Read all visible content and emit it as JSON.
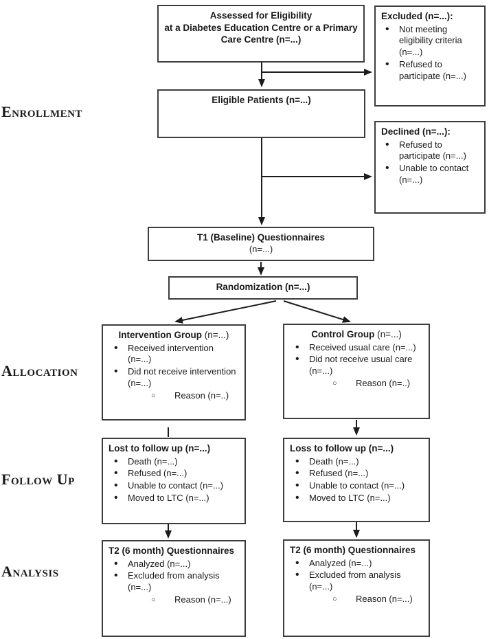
{
  "stages": {
    "enrollment": "Enrollment",
    "allocation": "Allocation",
    "followup": "Follow Up",
    "analysis": "Analysis"
  },
  "boxes": {
    "assessed": {
      "lines": [
        "Assessed for Eligibility",
        "at a Diabetes Education Centre or a Primary",
        "Care Centre (n=...)"
      ]
    },
    "excluded": {
      "title": "Excluded (n=...):",
      "bullets": [
        "Not meeting eligibility criteria (n=...)",
        "Refused to participate (n=...)"
      ]
    },
    "eligible": {
      "title": "Eligible Patients (n=...)"
    },
    "declined": {
      "title": "Declined (n=...):",
      "bullets": [
        "Refused to participate (n=...)",
        "Unable to contact (n=...)"
      ]
    },
    "t1": {
      "title": "T1 (Baseline) Questionnaires",
      "subtitle": "(n=...)"
    },
    "randomization": {
      "title": "Randomization (n=...)"
    },
    "intervention": {
      "title_bold": "Intervention Group",
      "title_rest": " (n=...)",
      "bullets": [
        "Received intervention (n=...)",
        "Did not receive intervention (n=...)"
      ],
      "sub_bullet": "Reason (n=..)"
    },
    "control": {
      "title_bold": "Control Group",
      "title_rest": " (n=...)",
      "bullets": [
        "Received usual care (n=...)",
        "Did not receive usual care (n=...)"
      ],
      "sub_bullet": "Reason (n=..)"
    },
    "lost_left": {
      "title": "Lost to follow up (n=...)",
      "bullets": [
        "Death (n=...)",
        "Refused (n=...)",
        "Unable to contact (n=...)",
        "Moved to LTC (n=...)"
      ]
    },
    "lost_right": {
      "title": "Loss to follow up (n=...)",
      "bullets": [
        "Death (n=...)",
        "Refused (n=...)",
        "Unable to contact (n=...)",
        "Moved to LTC (n=...)"
      ]
    },
    "t2_left": {
      "title": "T2 (6 month) Questionnaires",
      "bullets": [
        "Analyzed (n=...)",
        "Excluded from analysis (n=...)"
      ],
      "sub_bullet": "Reason (n=...)"
    },
    "t2_right": {
      "title": "T2 (6 month) Questionnaires",
      "bullets": [
        "Analyzed (n=...)",
        "Excluded from analysis (n=...)"
      ],
      "sub_bullet": "Reason (n=...)"
    }
  },
  "colors": {
    "background": "#ffffff",
    "text": "#1a1a1a",
    "box_border": "#3d3d3d",
    "arrow": "#1c1c1c"
  }
}
